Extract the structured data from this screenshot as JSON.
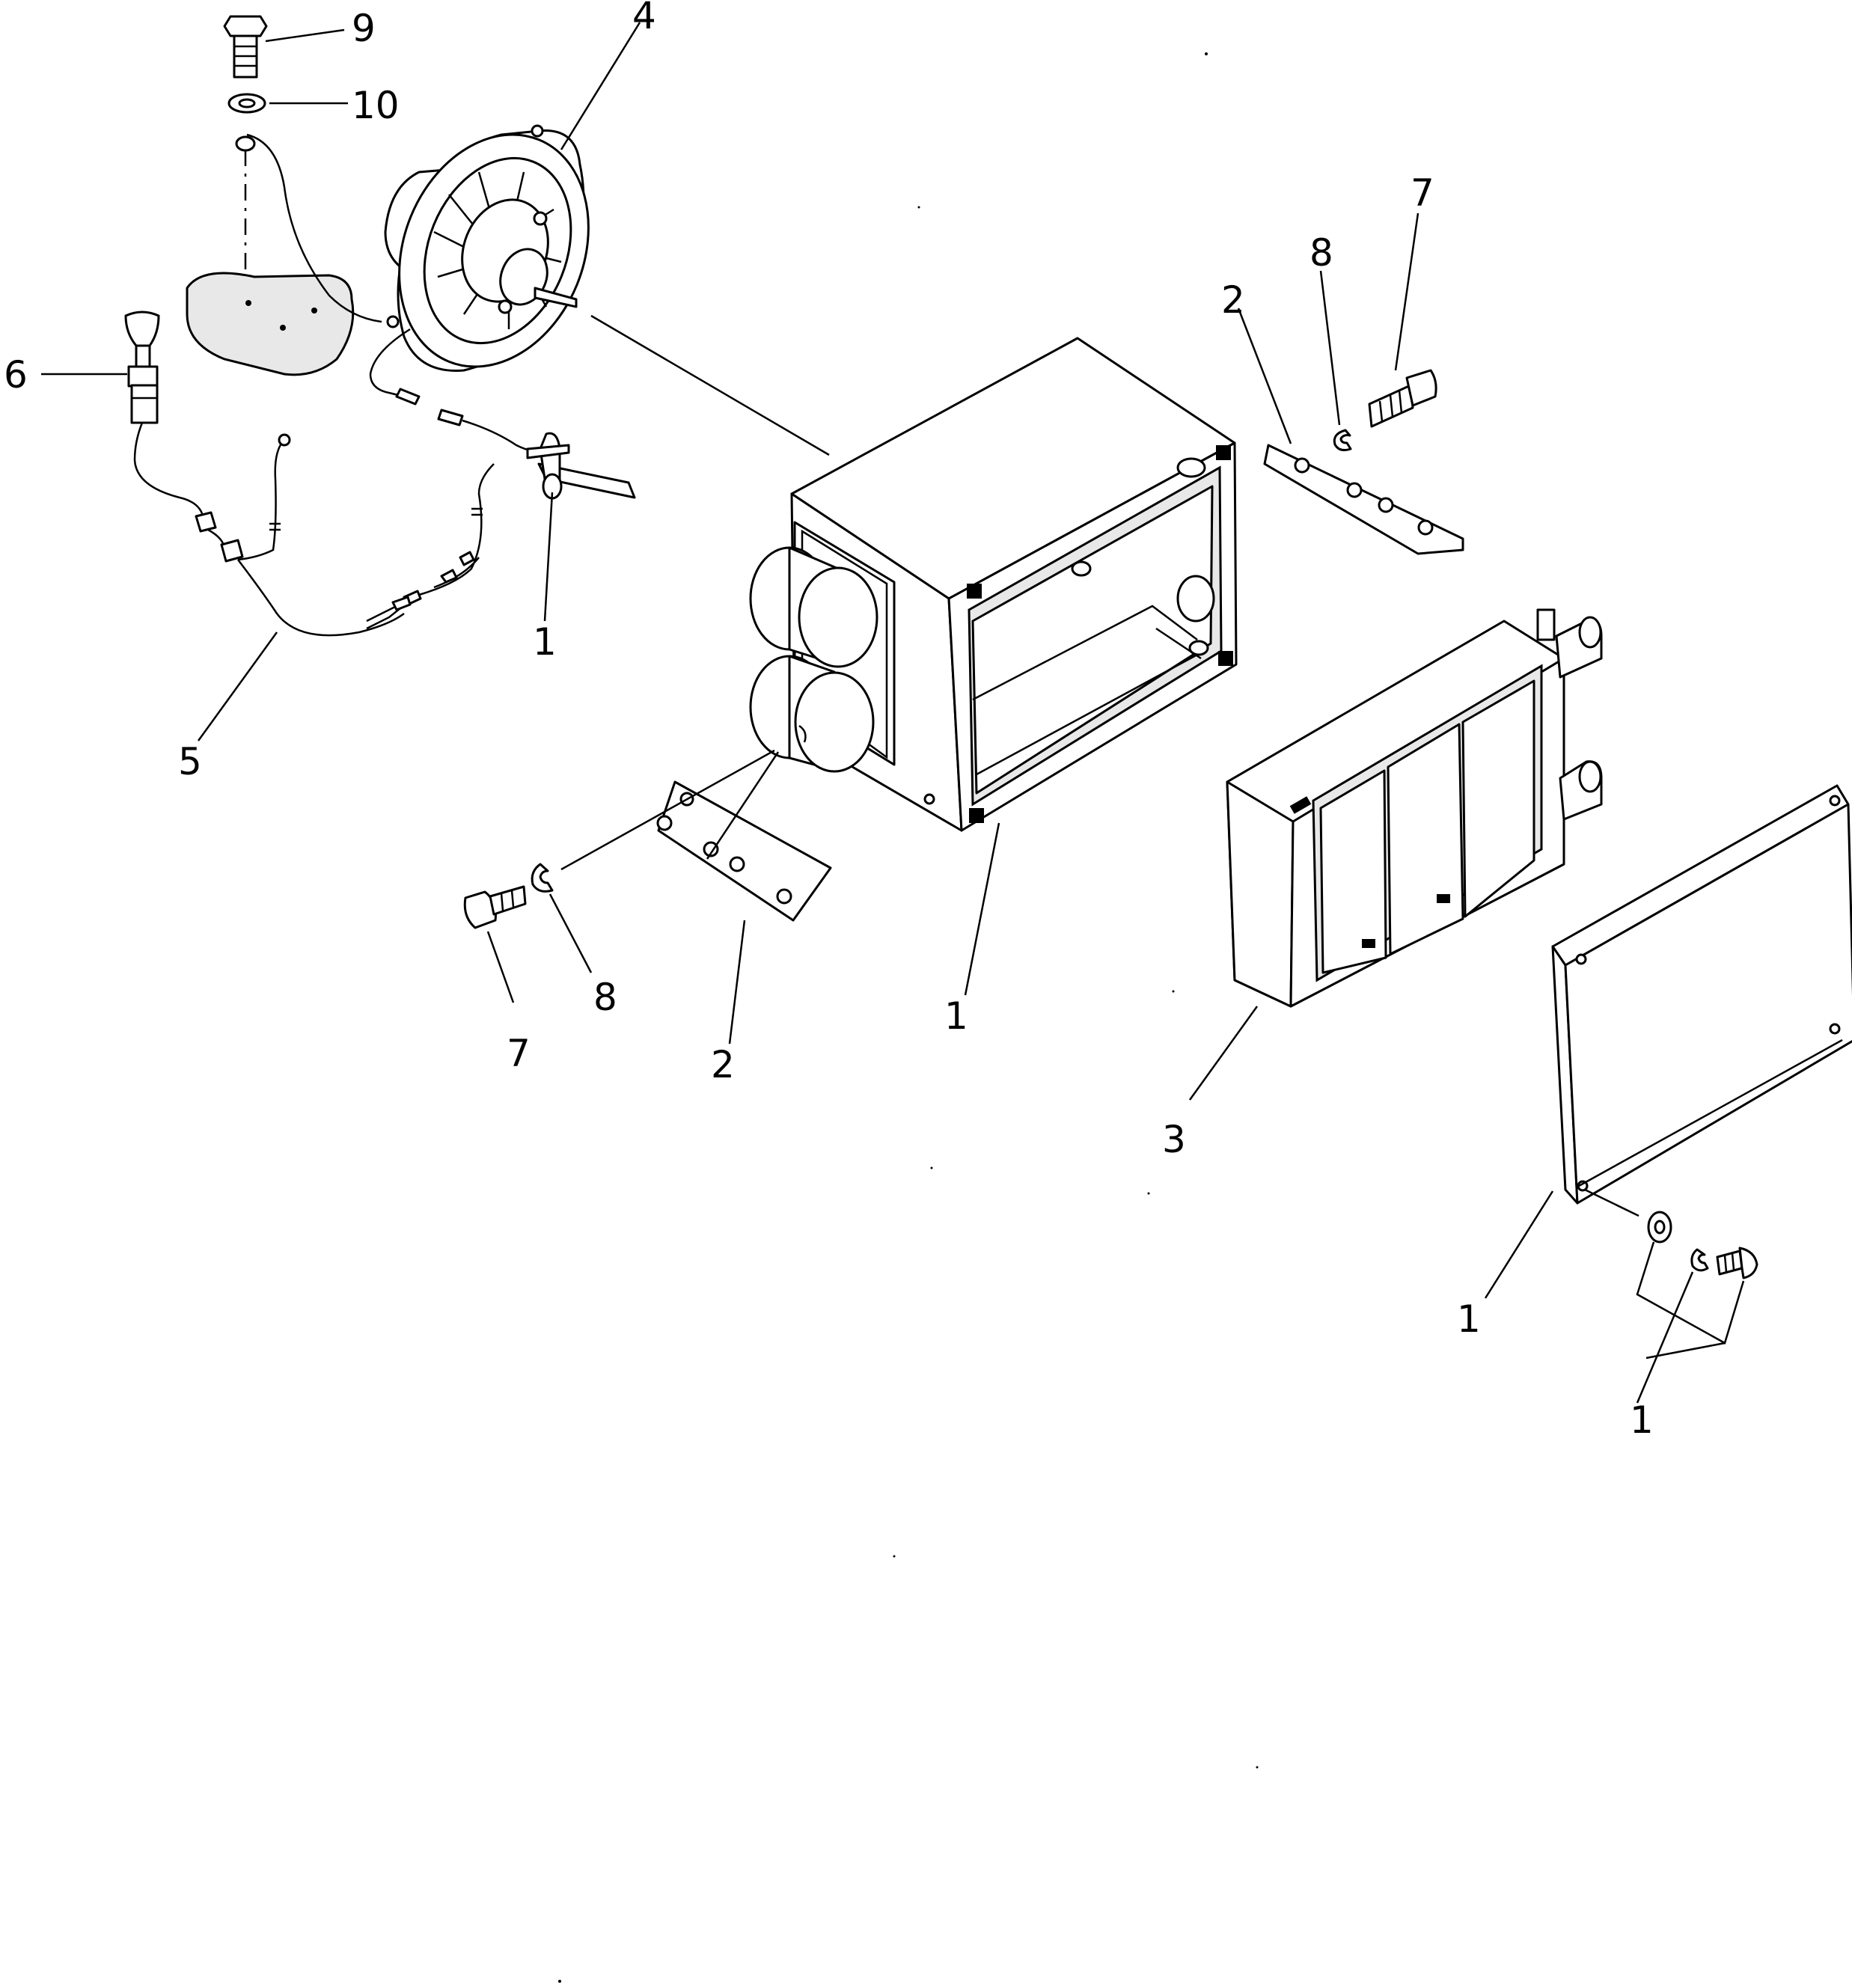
{
  "callouts": {
    "c9": "9",
    "c10": "10",
    "c4": "4",
    "c6": "6",
    "c1_harness": "1",
    "c5": "5",
    "c2_top": "2",
    "c8_top": "8",
    "c7_top": "7",
    "c7_bottom": "7",
    "c8_bottom": "8",
    "c2_bottom": "2",
    "c1_case": "1",
    "c3": "3",
    "c1_cover": "1",
    "c1_screws": "1"
  }
}
